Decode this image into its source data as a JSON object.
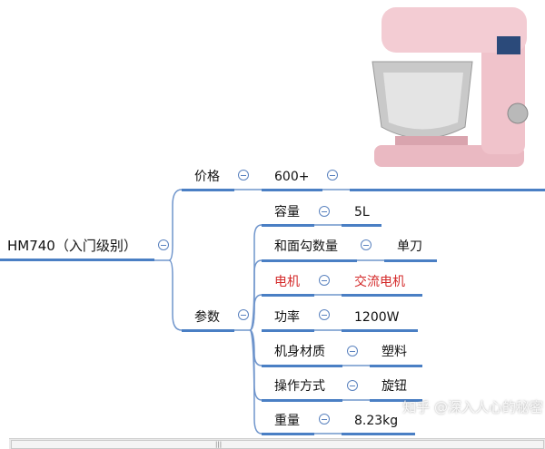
{
  "root": {
    "label": "HM740（入门级别）"
  },
  "branches": [
    {
      "label": "价格",
      "children": [
        {
          "label": "600+"
        }
      ]
    },
    {
      "label": "参数",
      "children": [
        {
          "label": "容量",
          "value": "5L"
        },
        {
          "label": "和面勾数量",
          "value": "单刀"
        },
        {
          "label": "电机",
          "value": "交流电机",
          "highlight": "#d42a2a"
        },
        {
          "label": "功率",
          "value": "1200W"
        },
        {
          "label": "机身材质",
          "value": "塑料"
        },
        {
          "label": "操作方式",
          "value": "旋钮"
        },
        {
          "label": "重量",
          "value": "8.23kg"
        }
      ]
    }
  ],
  "watermark": "知乎 @深入人心的秘密",
  "colors": {
    "line": "#4a7fc4",
    "highlight": "#d42a2a",
    "product": "#f0c3cb"
  },
  "icons": {
    "collapse": "circle-minus-icon",
    "image": "stand-mixer-photo"
  }
}
